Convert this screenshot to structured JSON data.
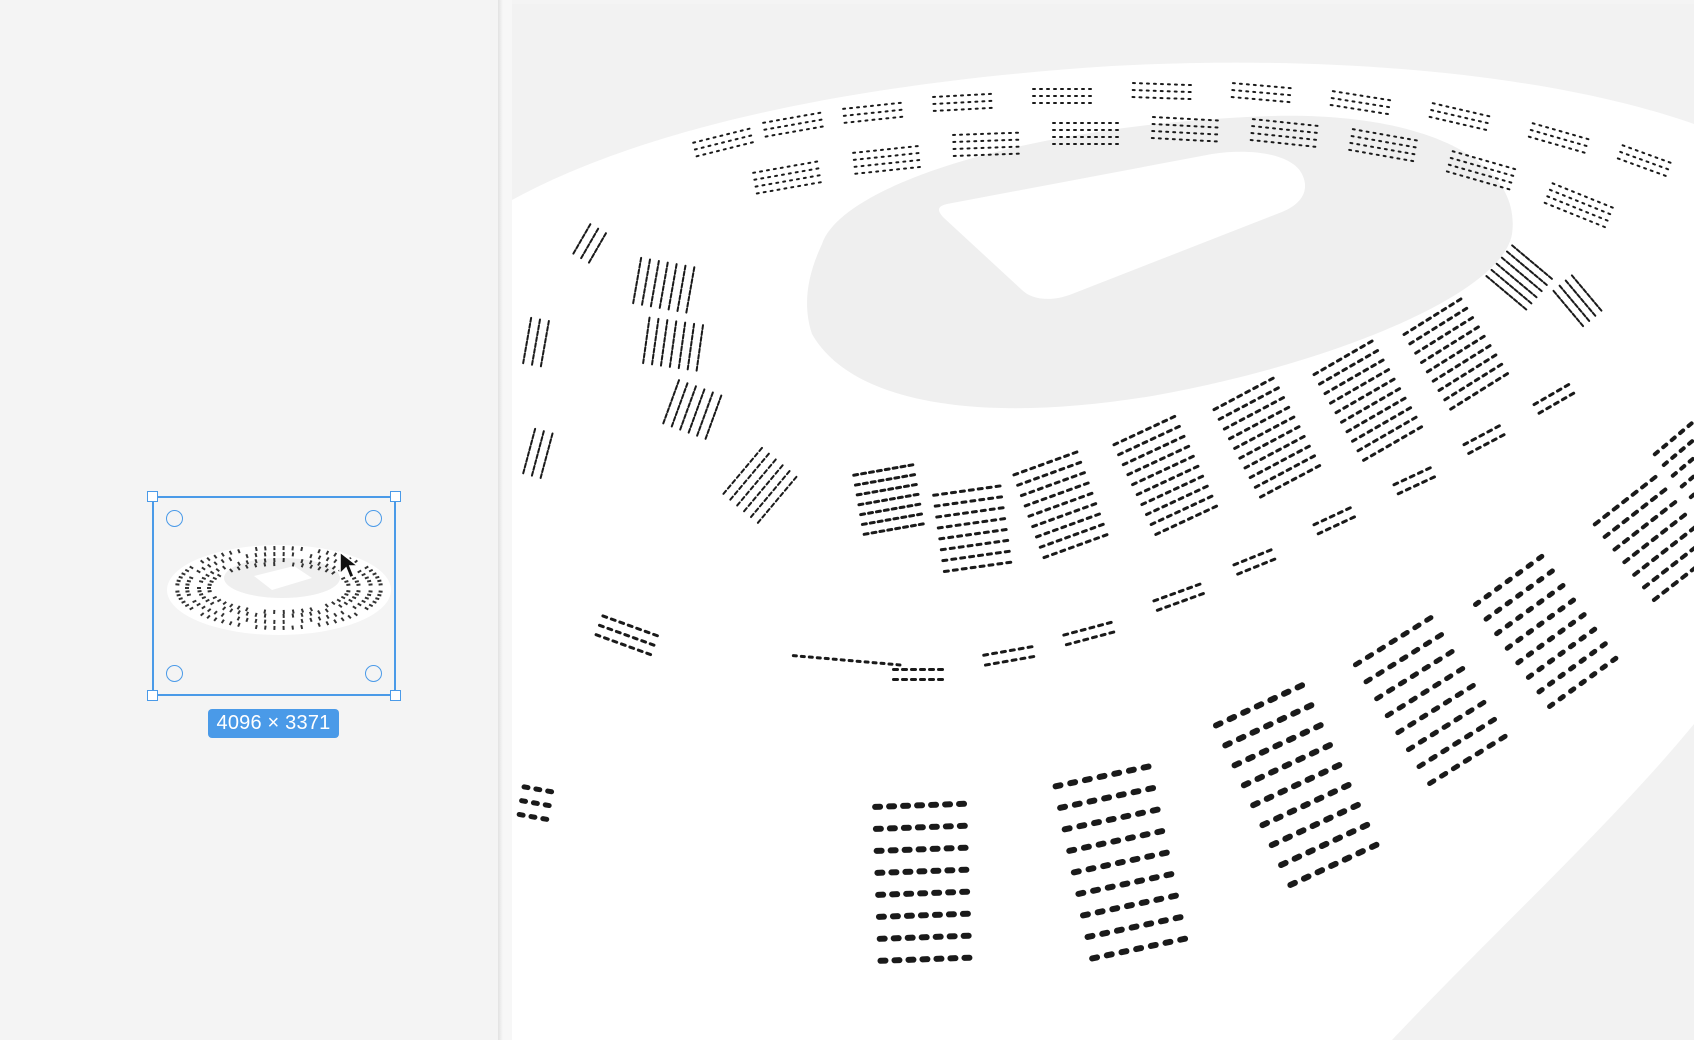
{
  "canvas": {
    "selected_image": {
      "dimensions_label": "4096 × 3371",
      "content": "stadium-seating-map"
    }
  },
  "preview": {
    "content": "stadium-seating-map-zoomed"
  },
  "colors": {
    "background": "#f4f4f4",
    "preview_background": "#f2f2f2",
    "selection_accent": "#4a9ae8",
    "seat": "#1a1a1a",
    "concourse": "#ffffff",
    "pitch": "#f0f0f0"
  },
  "icons": {
    "cursor": "arrow-cursor-icon",
    "resize_handle": "square-handle",
    "rotate_handle": "circle-handle"
  }
}
